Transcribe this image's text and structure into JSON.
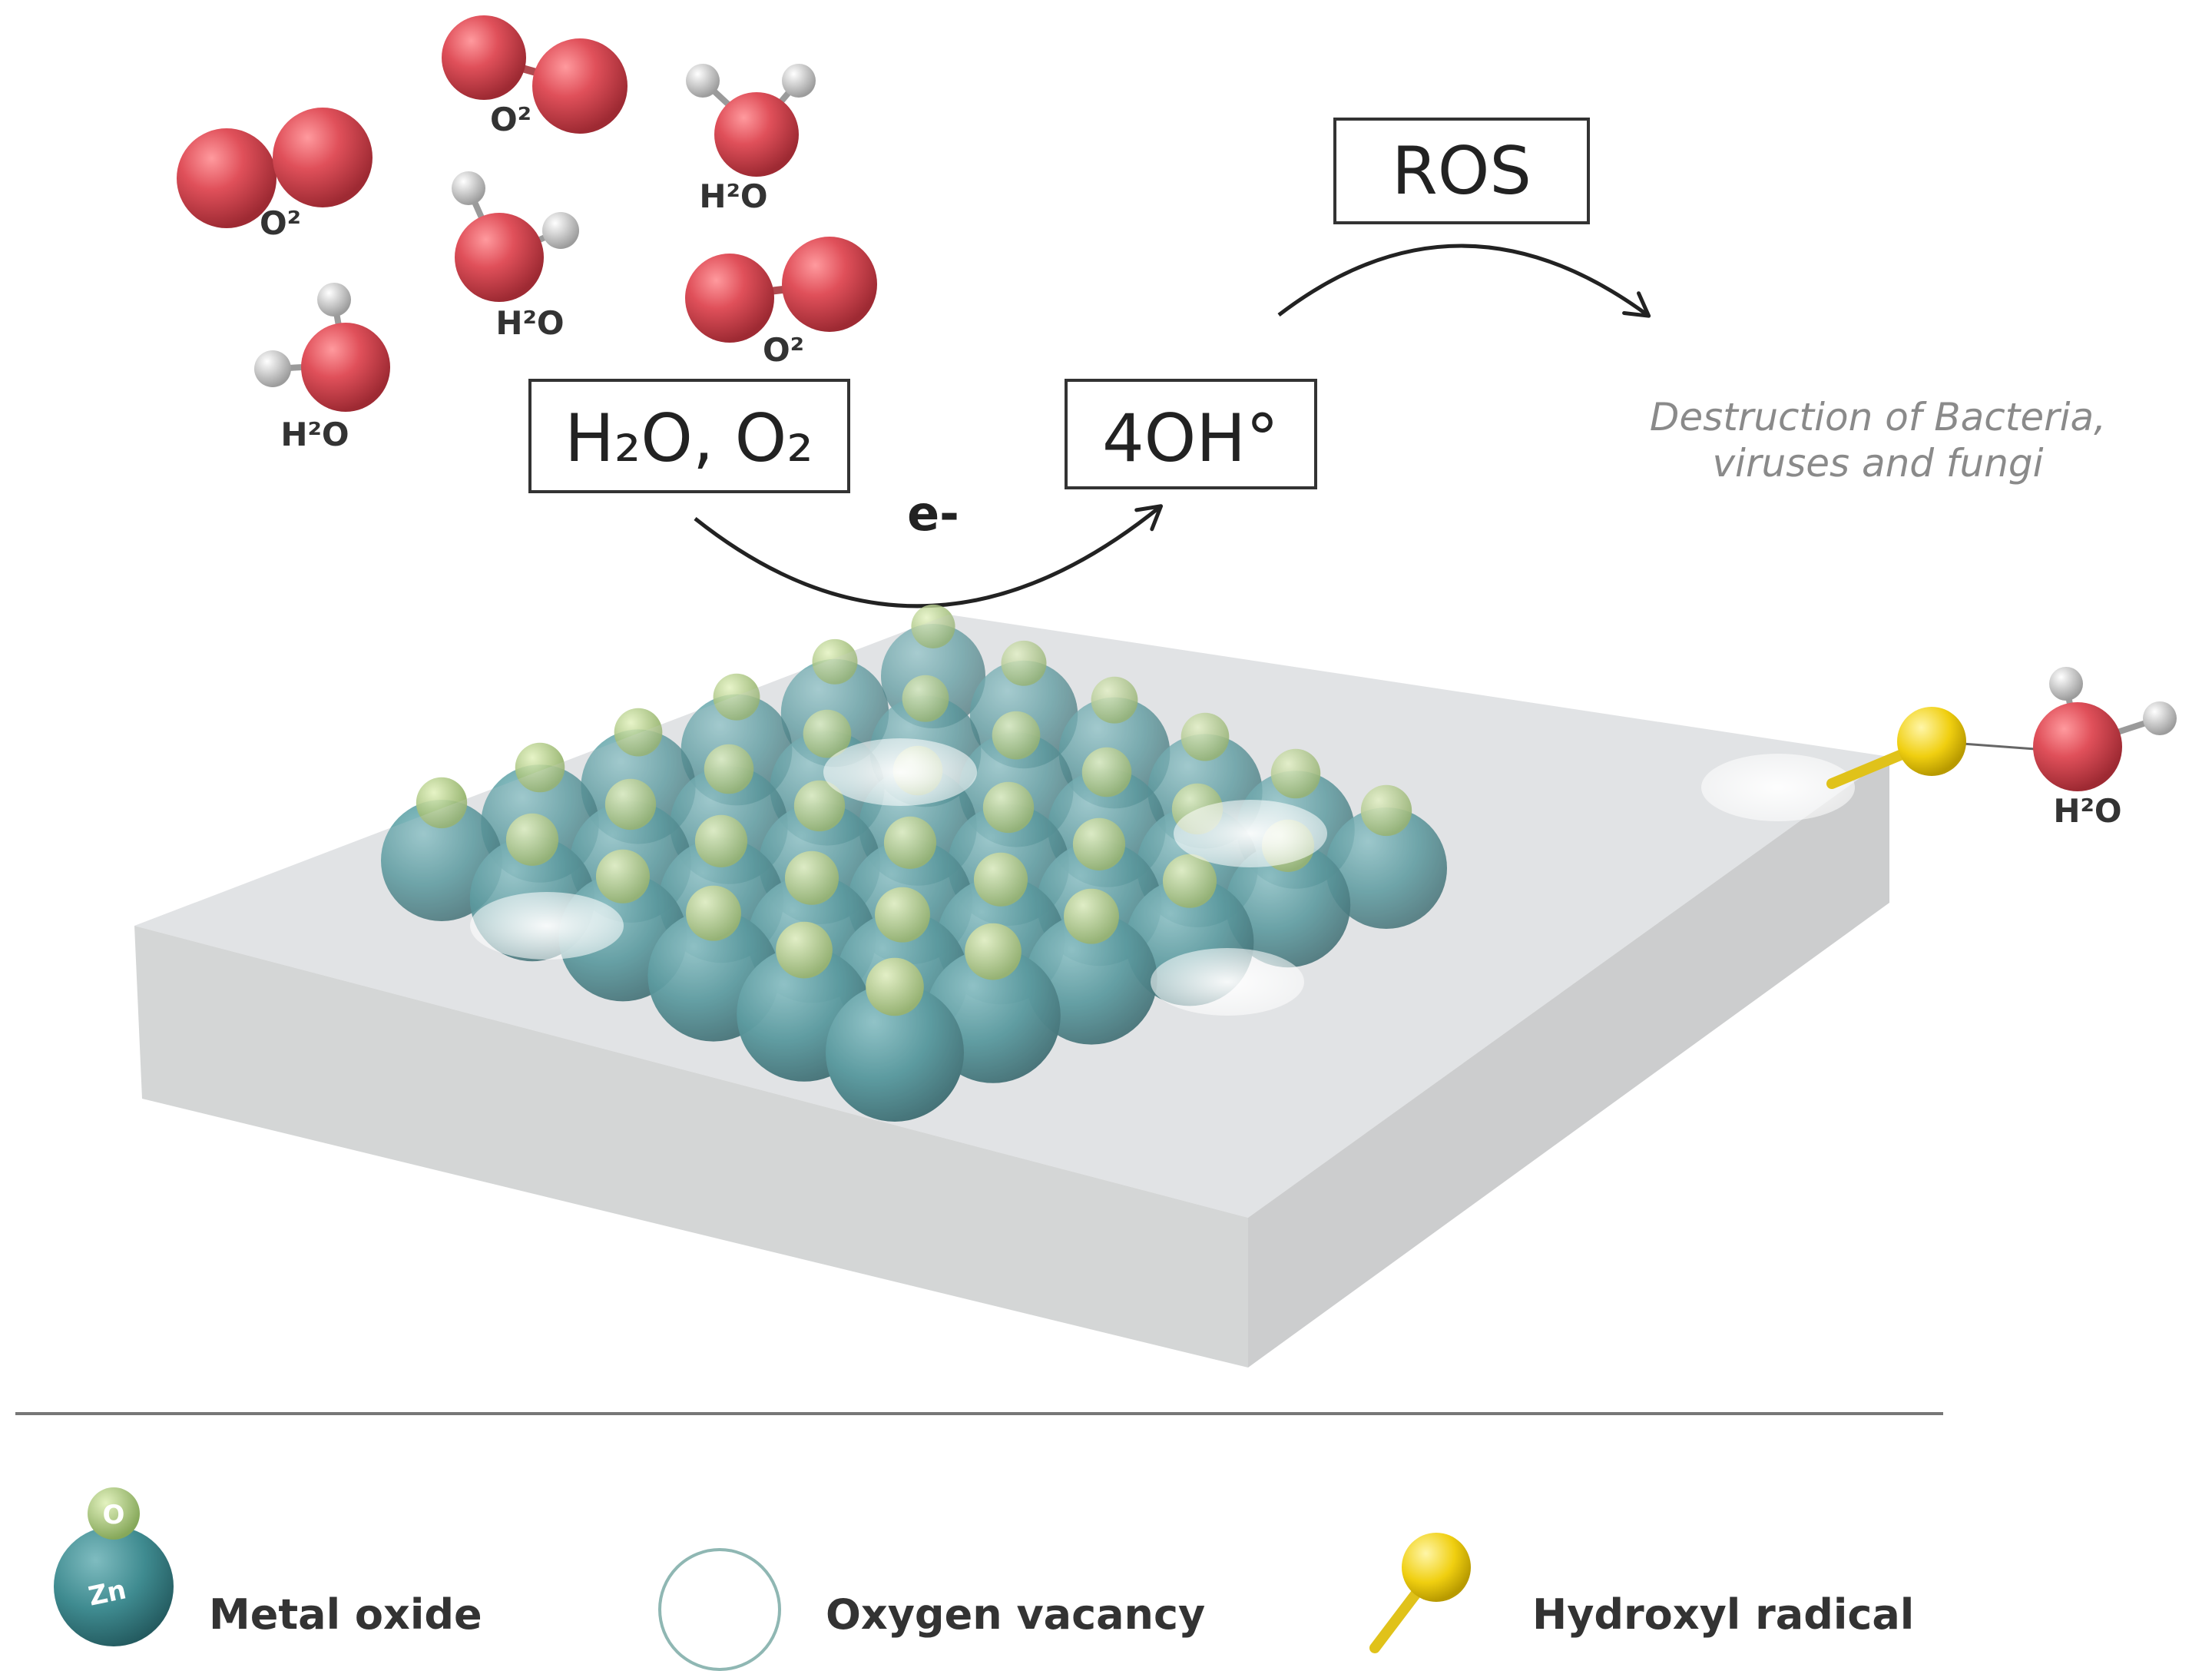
{
  "molecules": {
    "o2": "O²",
    "h2o": "H²O"
  },
  "boxes": {
    "reactants": "H₂O, O₂",
    "radical": "4OH°",
    "ros": "ROS"
  },
  "electron": "e-",
  "destination": {
    "line1": "Destruction of Bacteria,",
    "line2": "viruses and fungi"
  },
  "side_molecule": "H²O",
  "legend": {
    "metal_oxide": "Metal oxide",
    "oxygen_vacancy": "Oxygen vacancy",
    "hydroxyl_radical": "Hydroxyl radical",
    "atom_o": "O",
    "atom_zn": "Zn"
  },
  "colors": {
    "oxygen_red": "#d9474f",
    "hydrogen_grey": "#d0d0d0",
    "zinc_teal": "#3d8a8f",
    "oxide_green": "#a7c77a",
    "hydroxyl_yellow": "#f2d21a",
    "slab_grey": "#d5d7d8"
  }
}
